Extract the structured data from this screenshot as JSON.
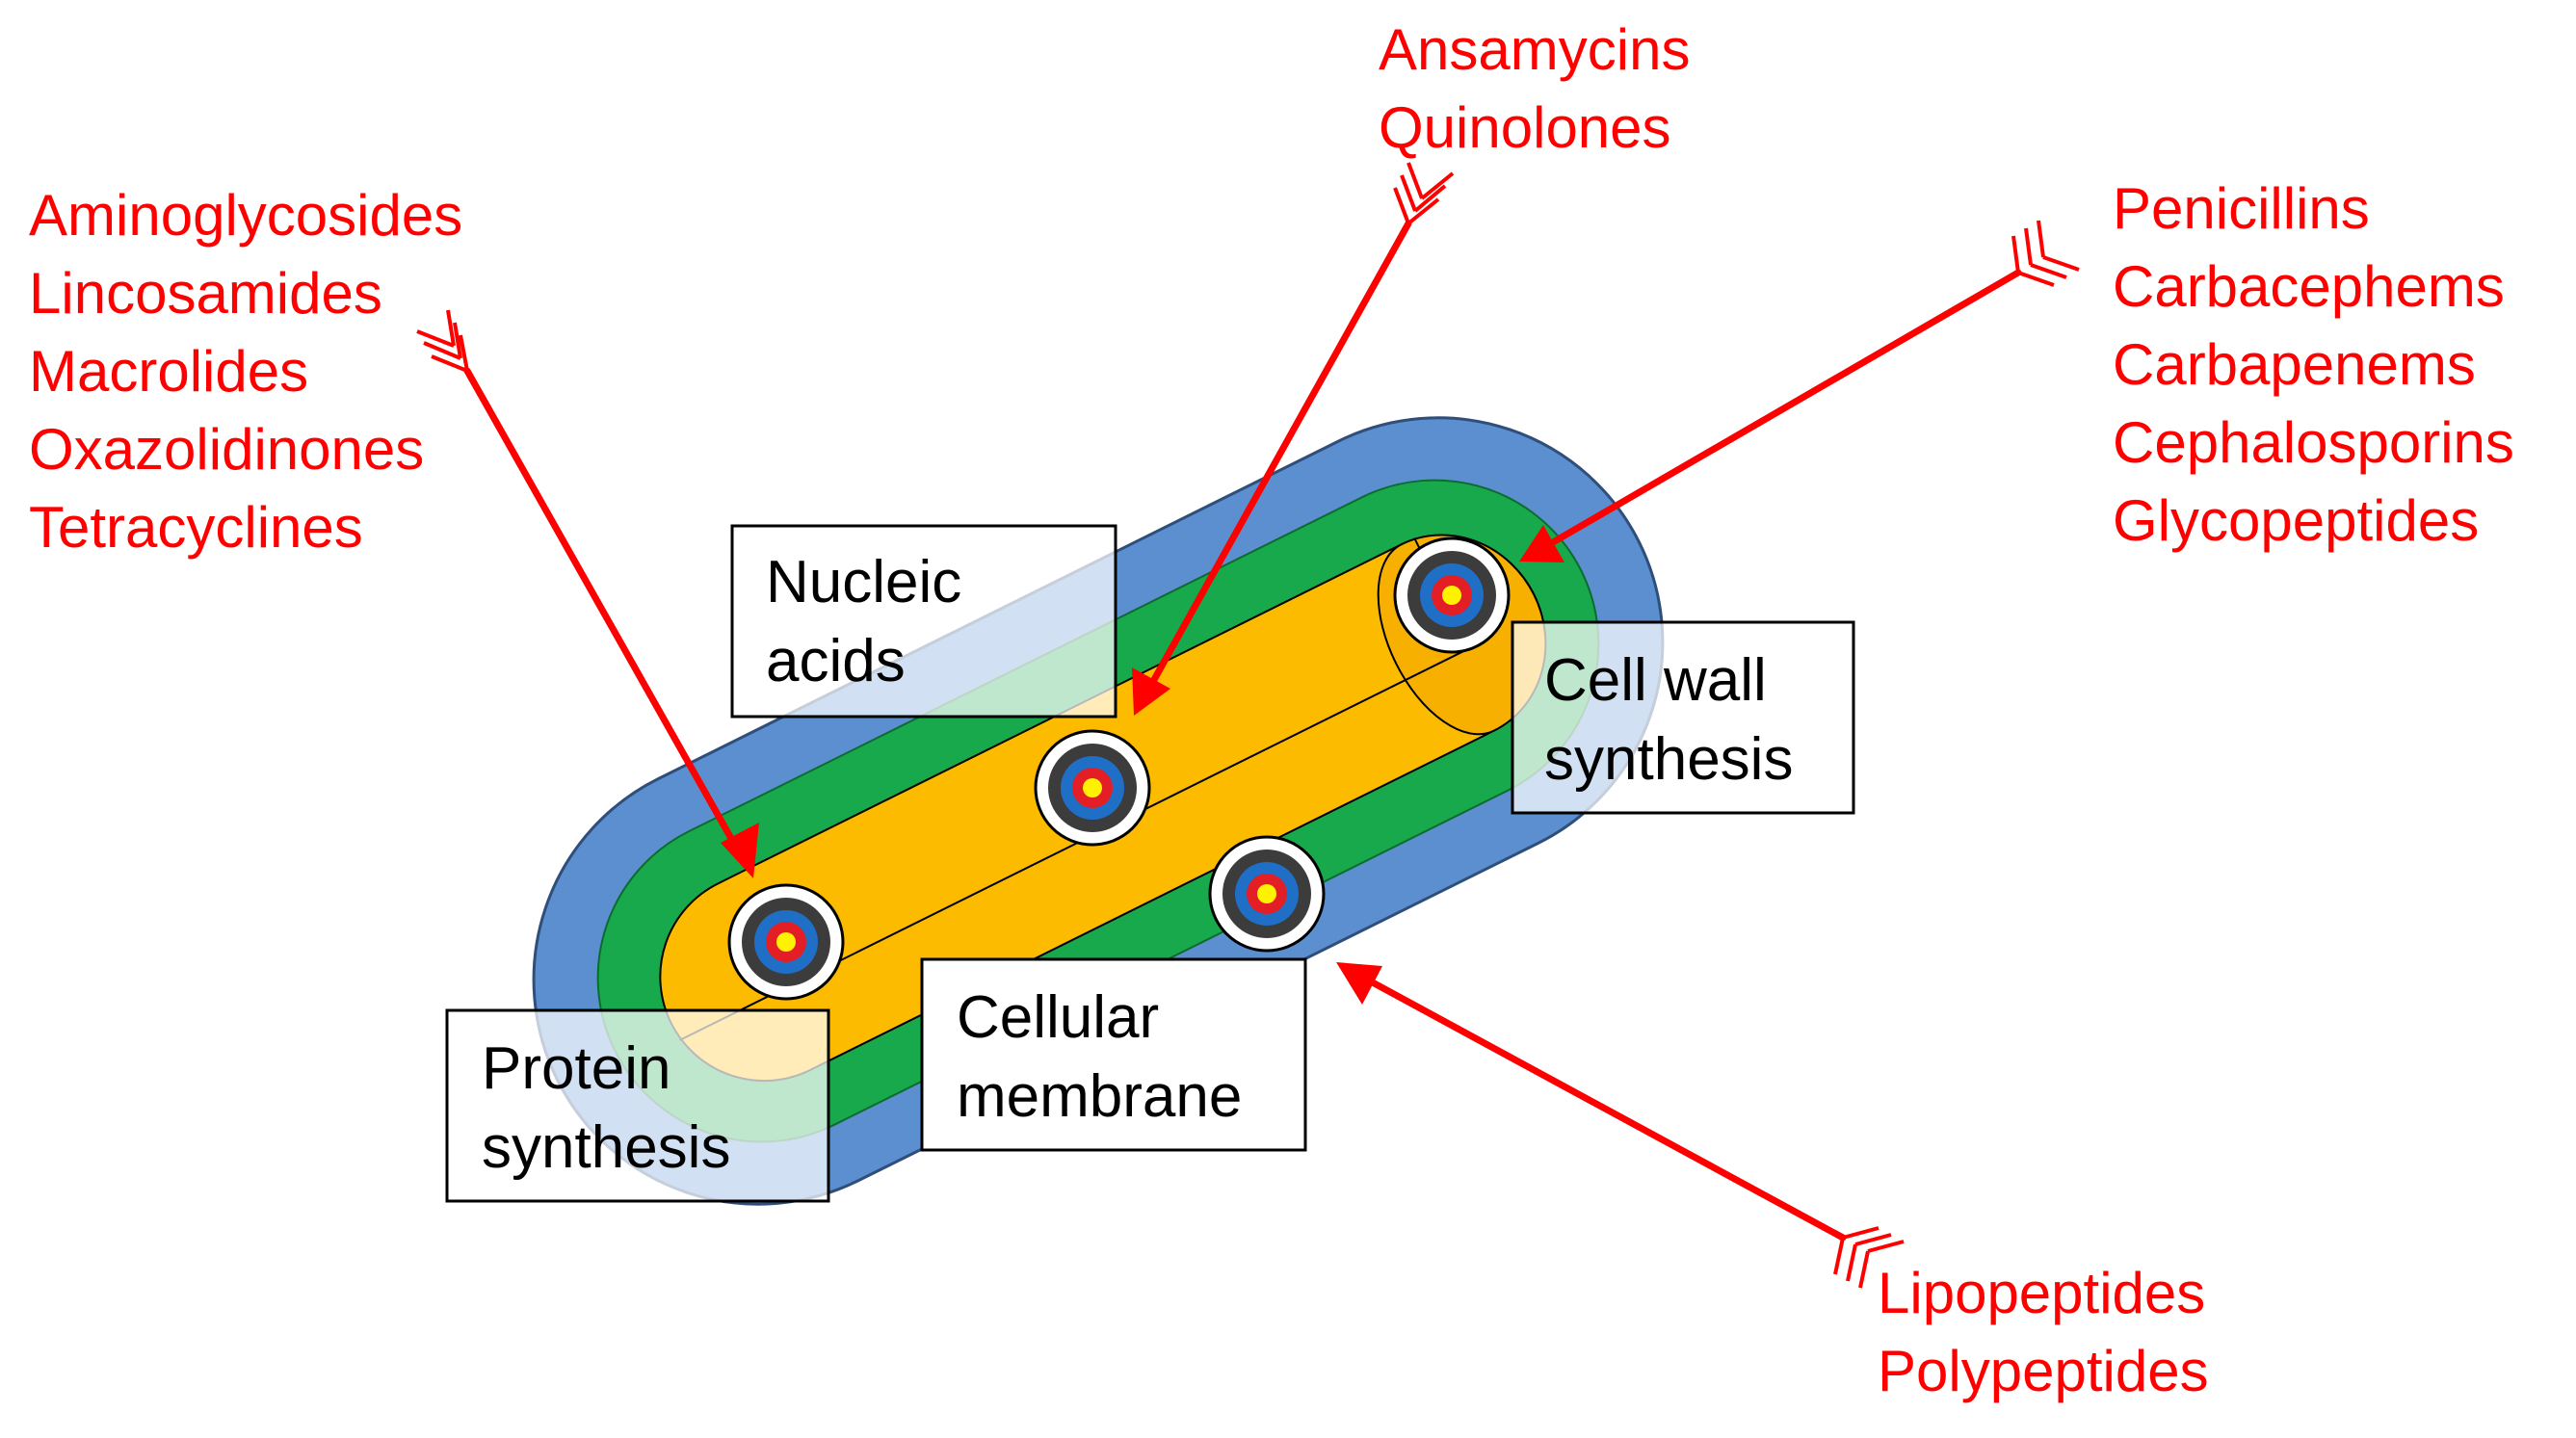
{
  "targets": {
    "protein_synthesis": {
      "label_lines": [
        "Protein",
        "synthesis"
      ],
      "drugs": [
        "Aminoglycosides",
        "Lincosamides",
        "Macrolides",
        "Oxazolidinones",
        "Tetracyclines"
      ]
    },
    "nucleic_acids": {
      "label_lines": [
        "Nucleic",
        "acids"
      ],
      "drugs": [
        "Ansamycins",
        "Quinolones"
      ]
    },
    "cell_wall_synthesis": {
      "label_lines": [
        "Cell wall",
        "synthesis"
      ],
      "drugs": [
        "Penicillins",
        "Carbacephems",
        "Carbapenems",
        "Cephalosporins",
        "Glycopeptides"
      ]
    },
    "cellular_membrane": {
      "label_lines": [
        "Cellular",
        "membrane"
      ],
      "drugs": [
        "Lipopeptides",
        "Polypeptides"
      ]
    }
  },
  "colors": {
    "arrow": "#ff0000",
    "cell_wall": "#5b8fcf",
    "membrane": "#17a94c",
    "cytoplasm": "#fdbb00",
    "target_ring_outer": "#3c3c3c",
    "target_ring_mid": "#1f6fc6",
    "target_ring_inner": "#e31e24",
    "target_center": "#fff200"
  }
}
